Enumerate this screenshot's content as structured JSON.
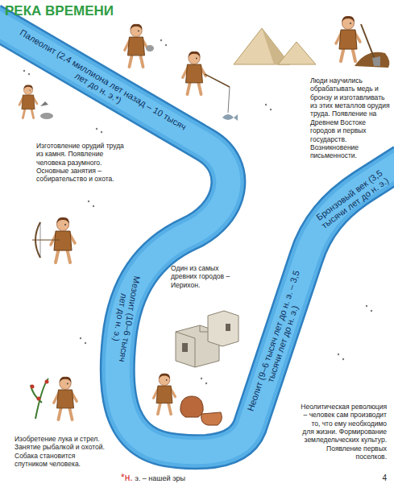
{
  "diagram": {
    "title": "РЕКА ВРЕМЕНИ",
    "labels": [
      "Палеолит (2,4 миллиона лет назад – 10 тысяч лет до н. э.*)",
      "Изготовление орудий труда из камня. Появление человека разумного. Основные занятия – собирательство и охота.",
      "Мезолит (10–6 тысяч лет до н. э.)",
      "Изобретение лука и стрел. Занятие рыбалкой и охотой. Собака становится спутником человека.",
      "Один из самых древних городов – Иерихон.",
      "Неолит (9–6 тысяч лет до н. э. – 3,5 тысячи лет до н. э.)",
      "Неолитическая революция – человек сам производит то, что ему необходимо для жизни. Формирование земледельческих культур. Появление первых поселков.",
      "Бронзовый век (3,5 тысячи лет до н. э.)",
      "Люди научились обрабатывать медь и бронзу и изготавливать из этих металлов орудия труда. Появление на Древнем Востоке городов и первых государств. Возникновение письменности.",
      "*н. э. – нашей эры",
      "4"
    ]
  }
}
